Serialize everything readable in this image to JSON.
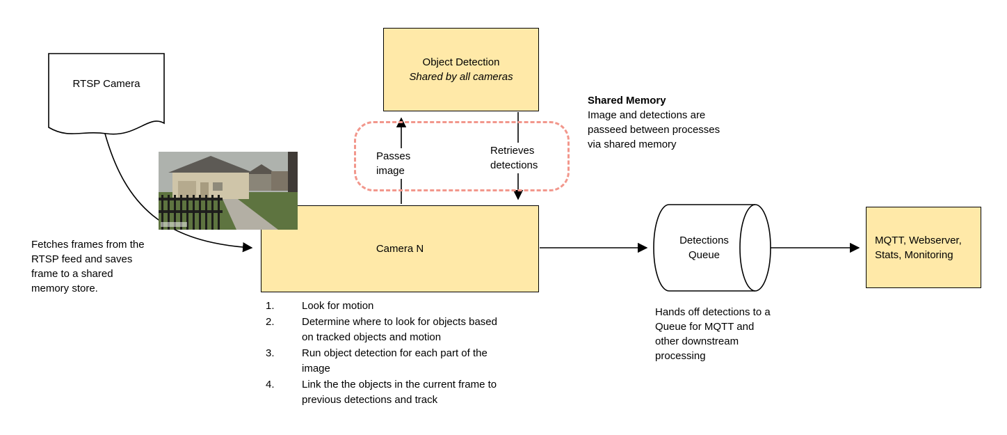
{
  "colors": {
    "node_fill": "#FFE9A8",
    "node_border": "#000000",
    "shared_memory_dash": "#F2978C",
    "background": "#FFFFFF",
    "arrow": "#000000"
  },
  "nodes": {
    "rtsp_camera": {
      "label": "RTSP Camera"
    },
    "object_detection": {
      "title": "Object Detection",
      "subtitle": "Shared by all cameras"
    },
    "camera_n": {
      "label": "Camera N"
    },
    "detections_queue": {
      "label": "Detections Queue"
    },
    "outputs": {
      "label": "MQTT, Webserver, Stats, Monitoring"
    }
  },
  "edge_labels": {
    "passes_image": "Passes image",
    "retrieves_detections": "Retrieves detections"
  },
  "notes": {
    "shared_memory": {
      "title": "Shared Memory",
      "body": "Image and detections are passeed between processes via shared memory"
    },
    "fetch": "Fetches frames from the RTSP feed and saves frame to a shared memory store.",
    "queue_handoff": "Hands off detections to a Queue for MQTT and other downstream processing"
  },
  "camera_steps": [
    {
      "num": "1.",
      "text": "Look for motion"
    },
    {
      "num": "2.",
      "text": "Determine where to look for objects based on tracked objects and motion"
    },
    {
      "num": "3.",
      "text": "Run object detection for each part of the image"
    },
    {
      "num": "4.",
      "text": "Link the the objects in the current frame to previous detections and track"
    }
  ]
}
